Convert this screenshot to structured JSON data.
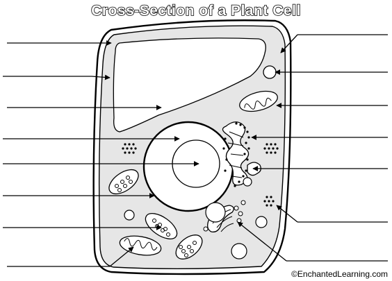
{
  "title": "Cross-Section of a Plant Cell",
  "credit": "©EnchantedLearning.com",
  "colors": {
    "ink": "#000000",
    "paper": "#ffffff",
    "cytoplasm": "#e6e6e6"
  },
  "label_lines": {
    "left_count": 8,
    "right_count": 7
  }
}
